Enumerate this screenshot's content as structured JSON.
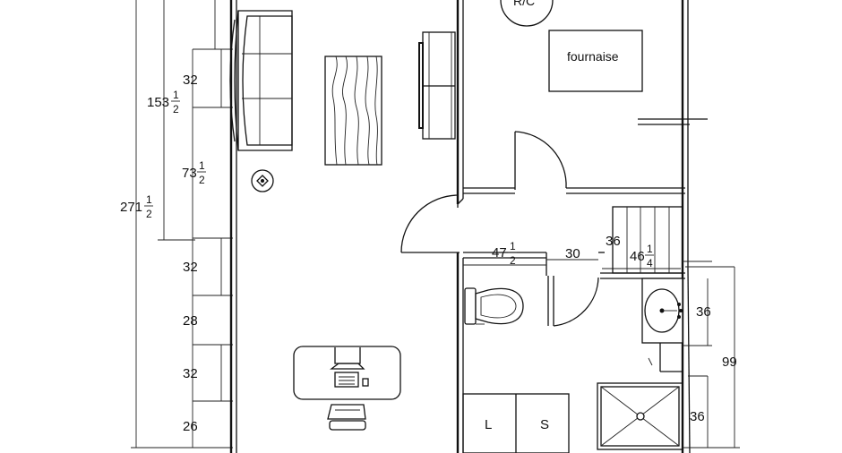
{
  "rooms": {
    "furnace": "fournaise",
    "top_circle": "R/C",
    "laundry_l": "L",
    "laundry_s": "S"
  },
  "dims_left": {
    "d32_top": "32",
    "d153": {
      "whole": "153",
      "num": "1",
      "den": "2"
    },
    "d73": {
      "whole": "73",
      "num": "1",
      "den": "2"
    },
    "d271": {
      "whole": "271",
      "num": "1",
      "den": "2"
    },
    "d32_mid": "32",
    "d28": "28",
    "d32_low": "32",
    "d26": "26"
  },
  "dims_bath": {
    "d47": {
      "whole": "47",
      "num": "1",
      "den": "2"
    },
    "d30": "30",
    "d36_stair": "36",
    "d46": {
      "whole": "46",
      "num": "1",
      "den": "4"
    }
  },
  "dims_right": {
    "d36_sink": "36",
    "d99": "99",
    "d36_shower": "36"
  }
}
